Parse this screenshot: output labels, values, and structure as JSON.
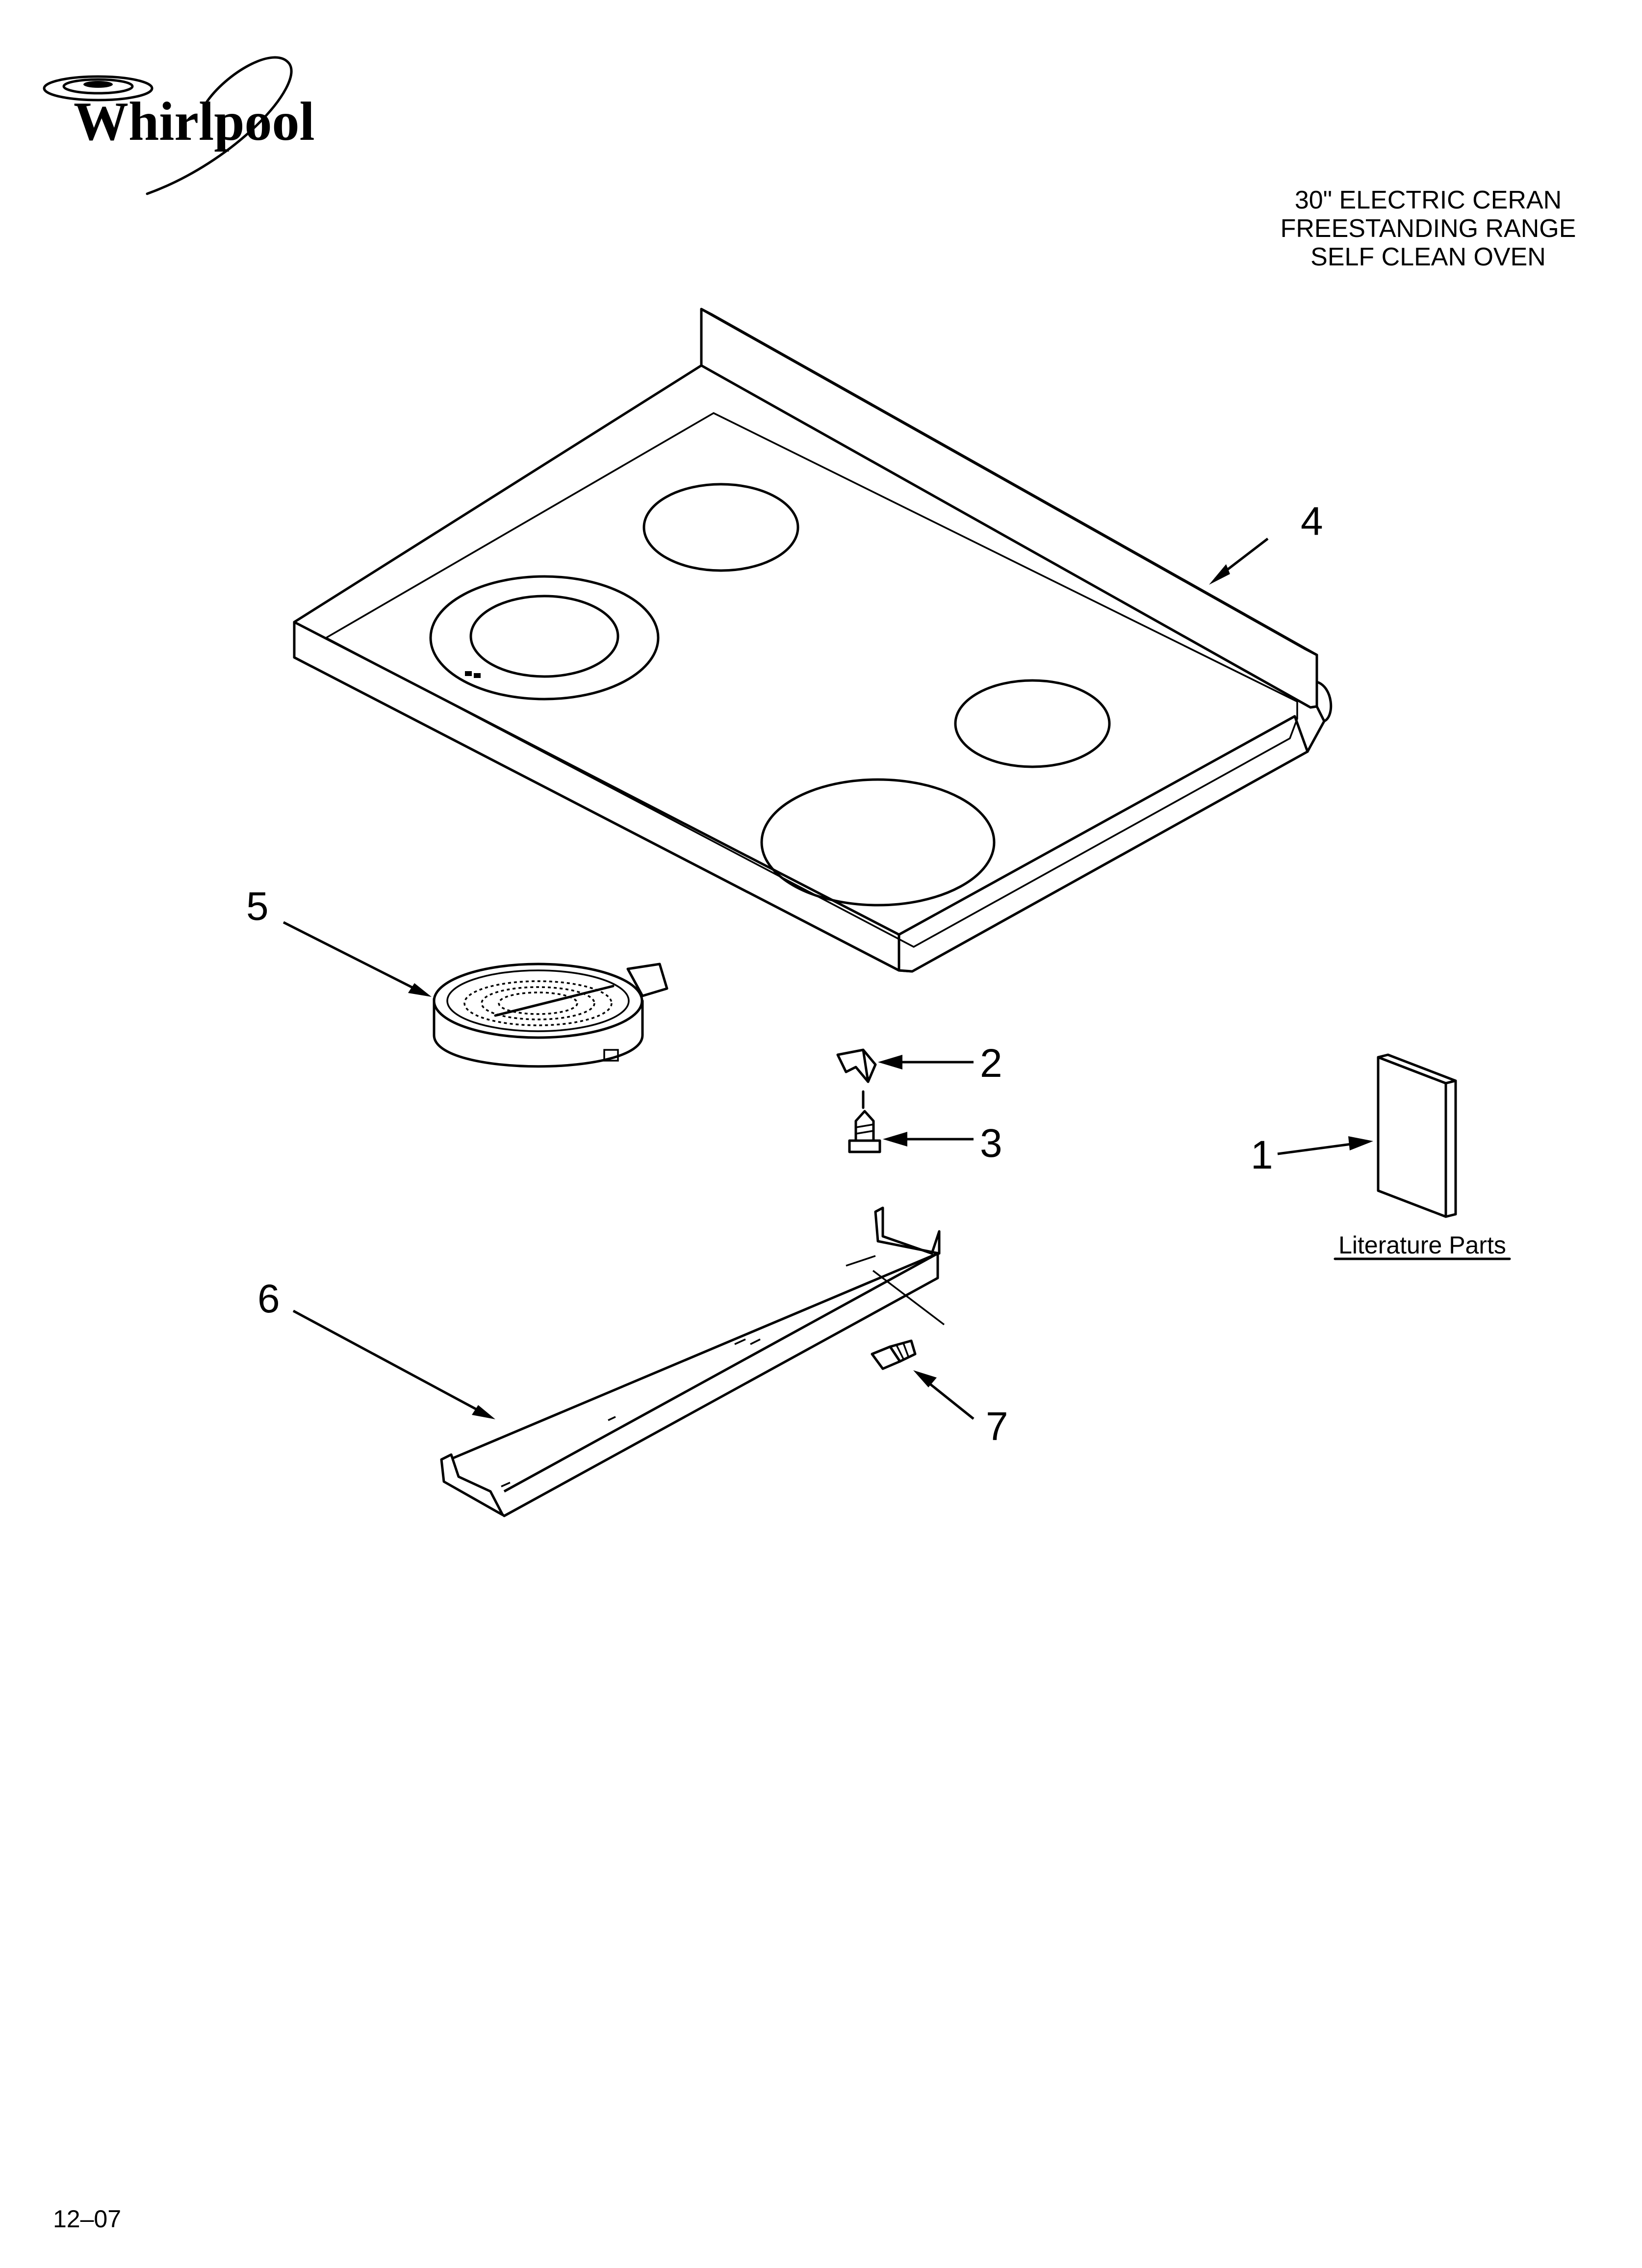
{
  "brand": {
    "name": "Whirlpool"
  },
  "title": {
    "line1": "30\" ELECTRIC CERAN",
    "line2": "FREESTANDING RANGE",
    "line3": "SELF CLEAN OVEN"
  },
  "callouts": {
    "item1": "1",
    "item2": "2",
    "item3": "3",
    "item4": "4",
    "item5": "5",
    "item6": "6",
    "item7": "7"
  },
  "literature_label": "Literature Parts",
  "date_code": "12–07"
}
